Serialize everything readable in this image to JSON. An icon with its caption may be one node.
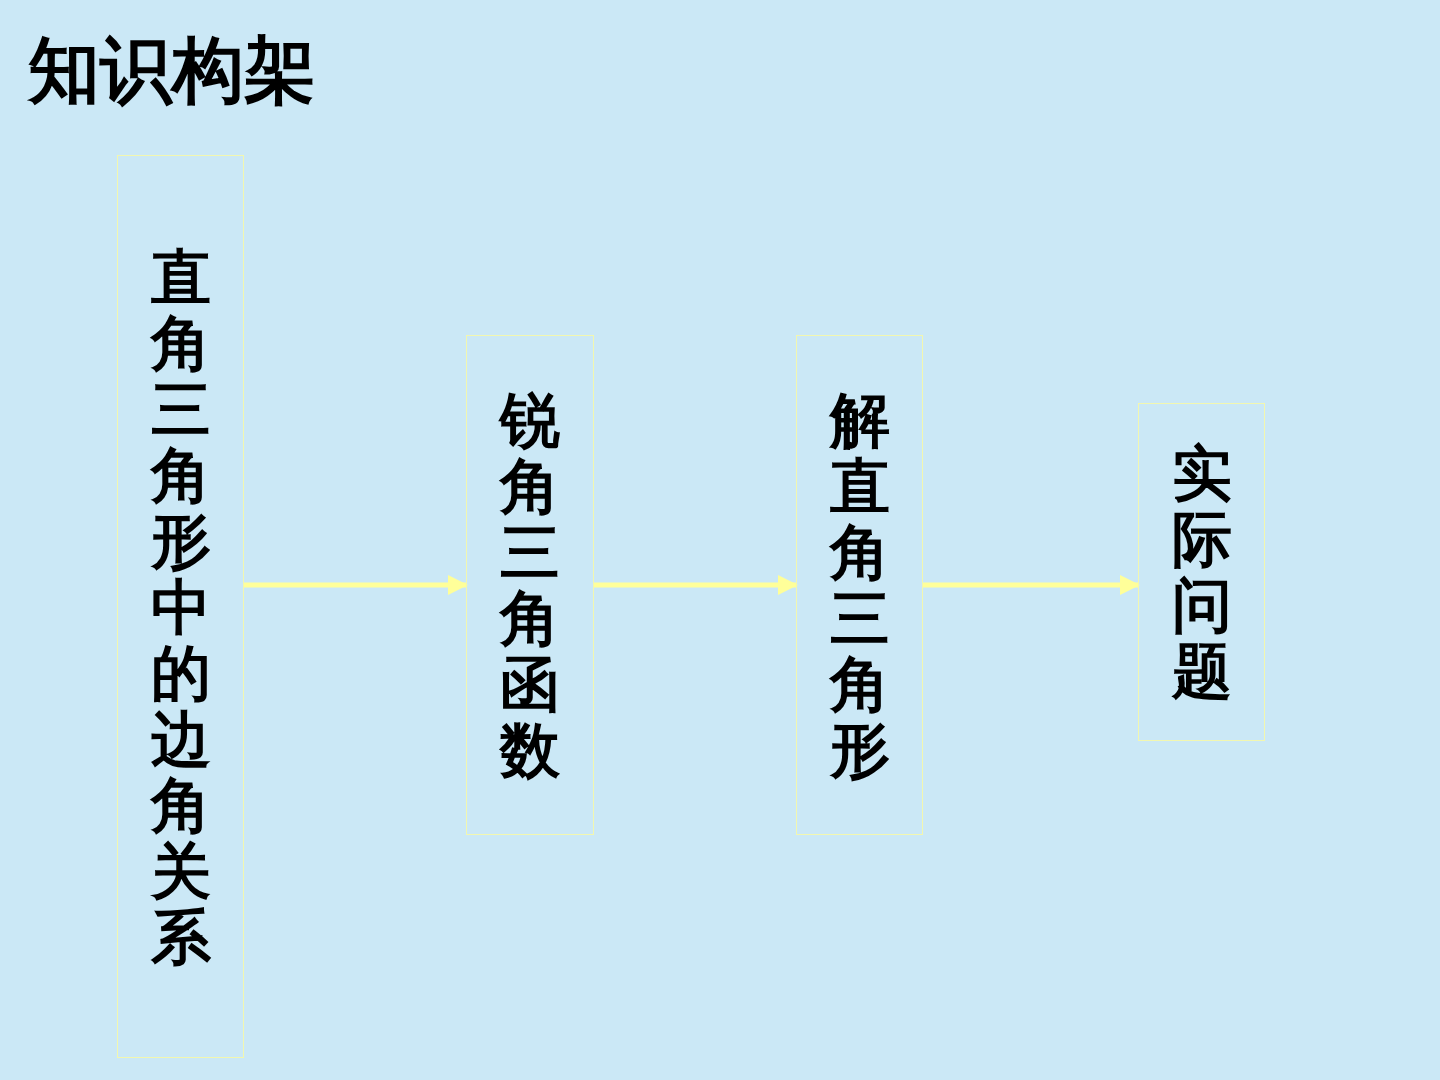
{
  "diagram": {
    "title": "知识构架",
    "nodes": [
      {
        "text": [
          "直角三角形中的边角关系"
        ]
      },
      {
        "text": [
          "锐角三角函数"
        ]
      },
      {
        "text": [
          "解直角三角形"
        ]
      },
      {
        "text": [
          "实际问题"
        ]
      }
    ],
    "edges": [
      {
        "from": 0,
        "to": 1,
        "arrow": "to"
      },
      {
        "from": 1,
        "to": 2,
        "arrow": "to"
      },
      {
        "from": 2,
        "to": 3,
        "arrow": "to"
      }
    ]
  }
}
